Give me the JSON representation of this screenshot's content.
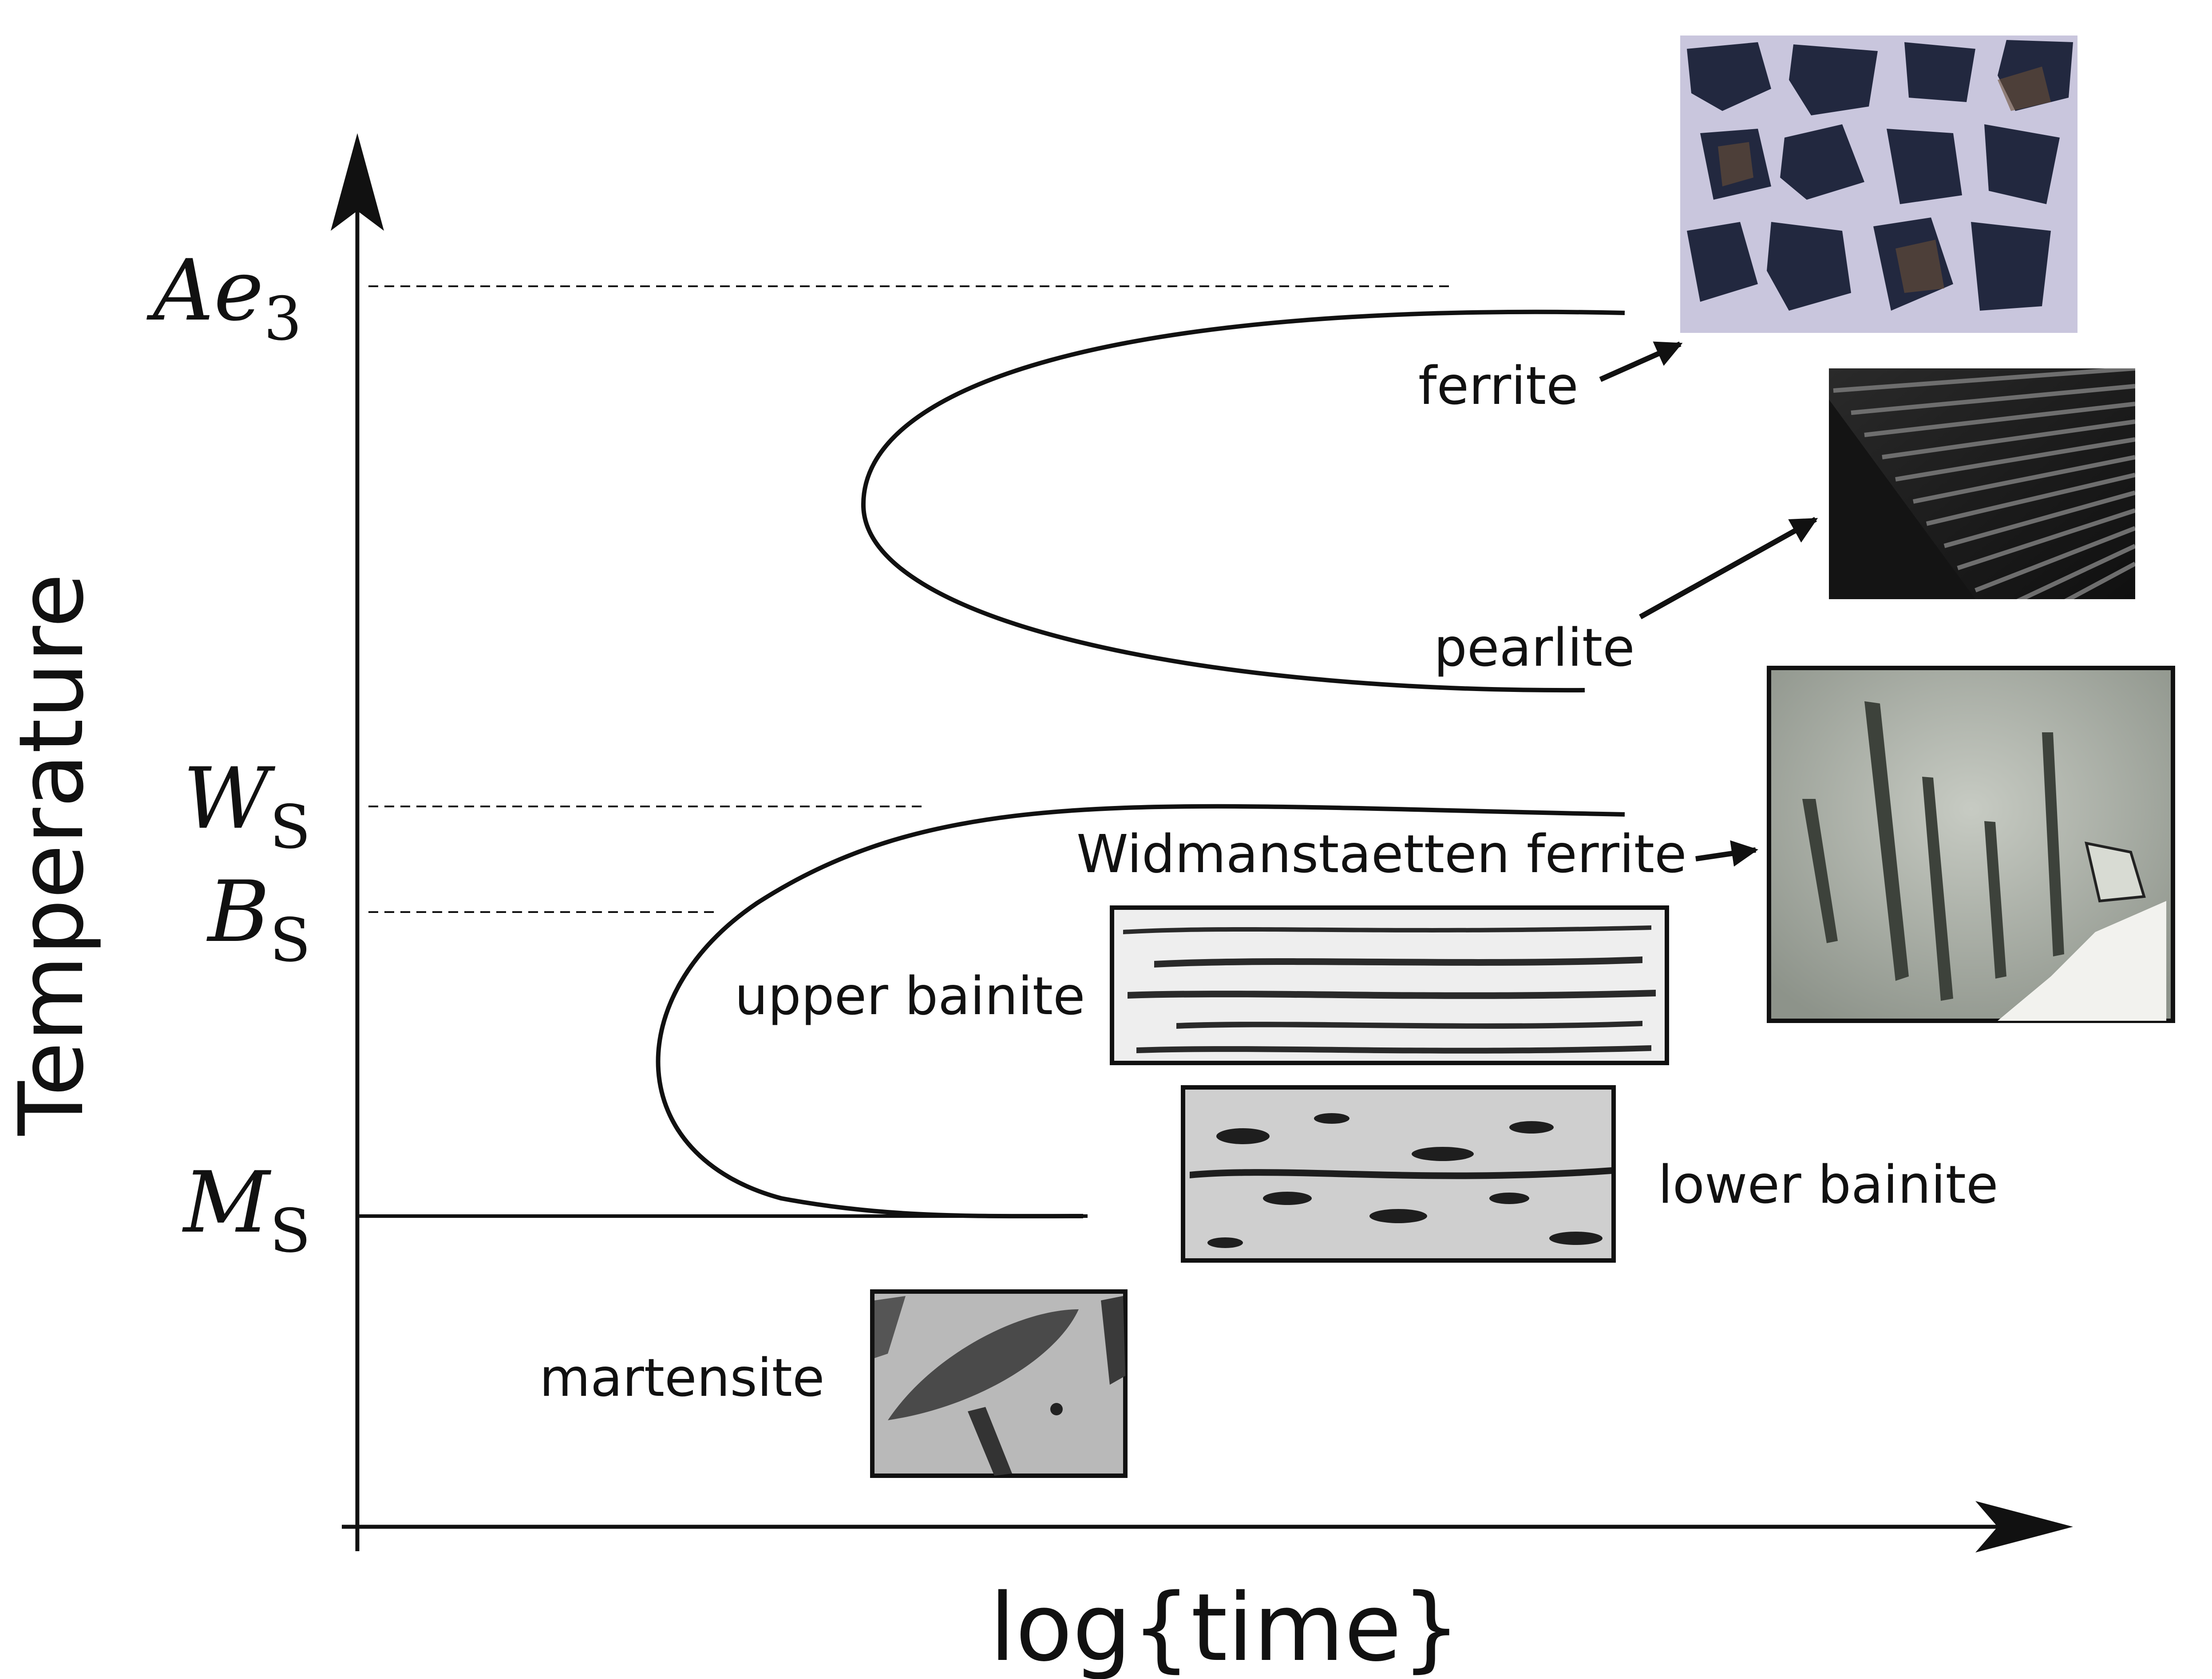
{
  "axes": {
    "x_label": "log{time}",
    "y_label": "Temperature"
  },
  "temperature_levels": [
    {
      "id": "ae3",
      "main": "Ae",
      "sub": "3"
    },
    {
      "id": "ws",
      "main": "W",
      "sub": "S"
    },
    {
      "id": "bs",
      "main": "B",
      "sub": "S"
    },
    {
      "id": "ms",
      "main": "M",
      "sub": "S"
    }
  ],
  "phases": {
    "ferrite": "ferrite",
    "pearlite": "pearlite",
    "widmanstaetten": "Widmanstaetten ferrite",
    "upper_bainite": "upper bainite",
    "lower_bainite": "lower bainite",
    "martensite": "martensite"
  },
  "micrographs": [
    {
      "id": "ferrite",
      "style": "color-grains"
    },
    {
      "id": "pearlite",
      "style": "dark-lamellar"
    },
    {
      "id": "widmanstaetten",
      "style": "gray-plates"
    },
    {
      "id": "upper-bainite",
      "style": "light-laths"
    },
    {
      "id": "lower-bainite",
      "style": "speckled"
    },
    {
      "id": "martensite",
      "style": "gray-lens"
    }
  ],
  "colors": {
    "line": "#111111",
    "ferrite_matrix": "#c9c6dd",
    "ferrite_grain": "#22283f",
    "pearlite_bg": "#1c1c1c",
    "bainite_bg": "#eeeeee"
  }
}
